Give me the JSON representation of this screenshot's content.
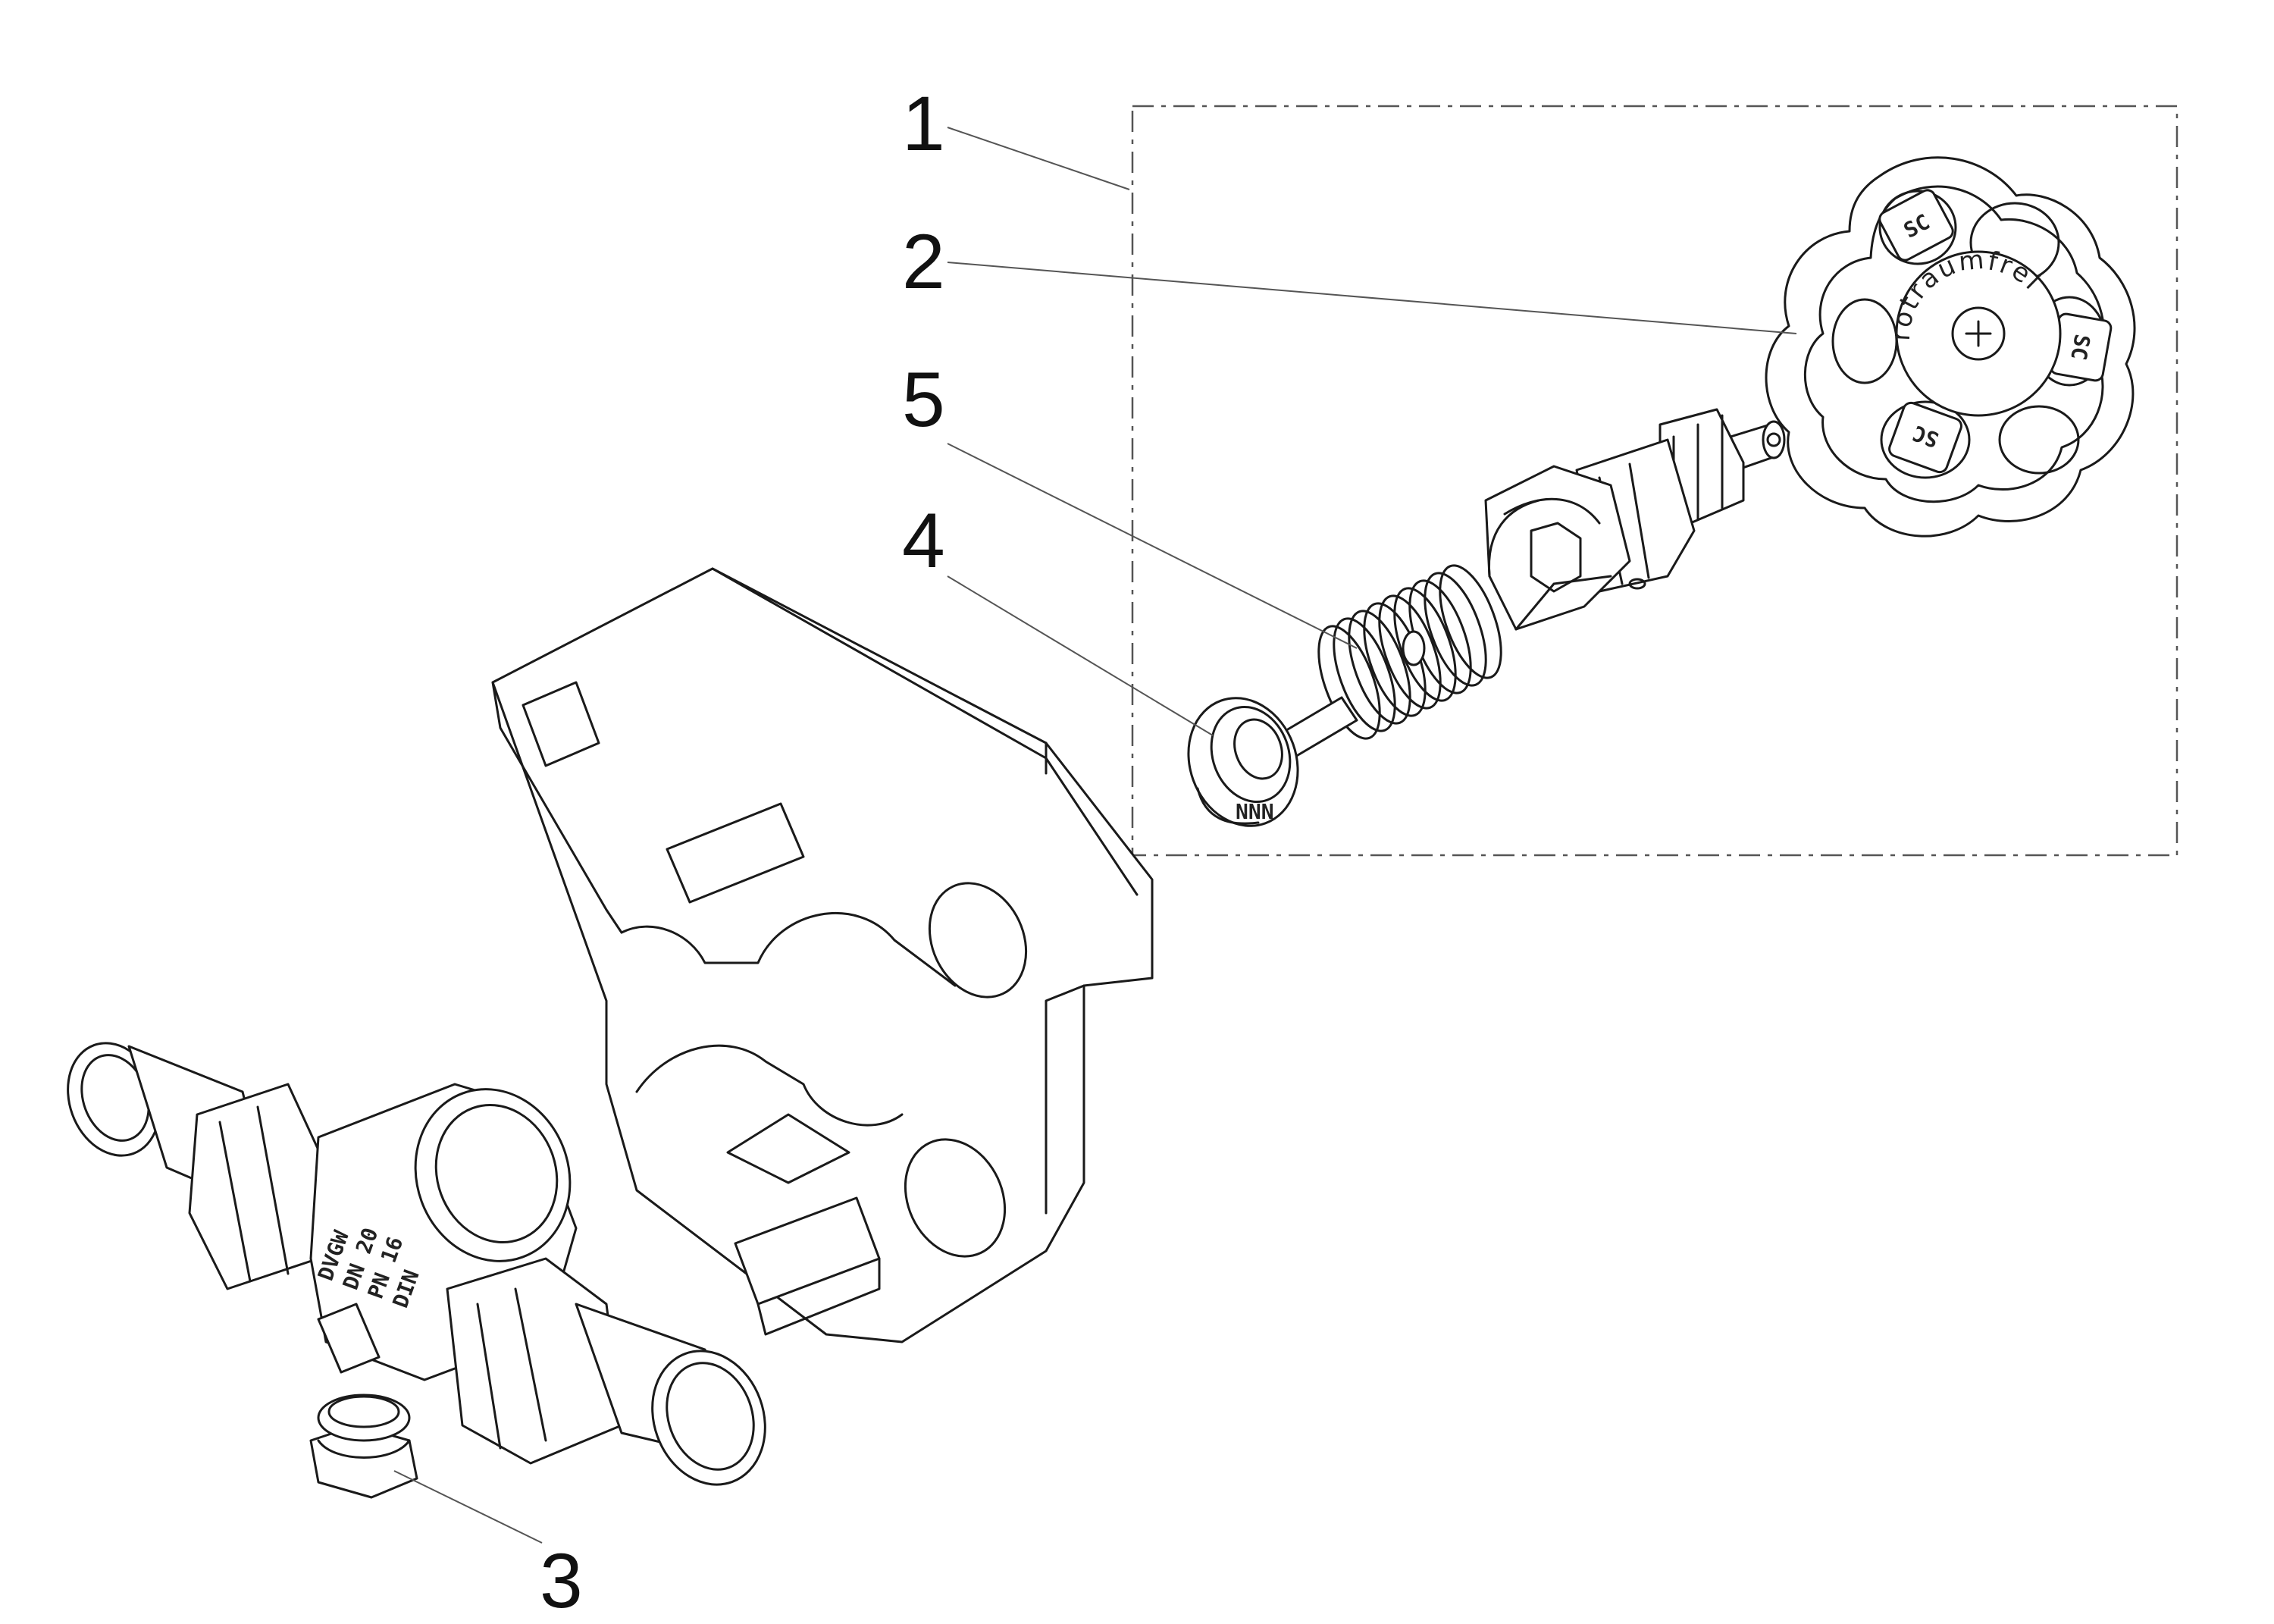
{
  "callouts": [
    {
      "id": "1",
      "label": "1"
    },
    {
      "id": "2",
      "label": "2"
    },
    {
      "id": "5",
      "label": "5"
    },
    {
      "id": "4",
      "label": "4"
    },
    {
      "id": "3",
      "label": "3"
    }
  ],
  "handwheel": {
    "ring_text": "rotraumfrei",
    "logo_text": "SC"
  },
  "valve_body": {
    "markings": [
      "DVGW",
      "DN 20",
      "PN 16",
      "DIN"
    ]
  },
  "seal": {
    "marking": "NNN"
  },
  "colors": {
    "line": "#1a1a1a",
    "leader": "#555555",
    "background": "#ffffff"
  }
}
